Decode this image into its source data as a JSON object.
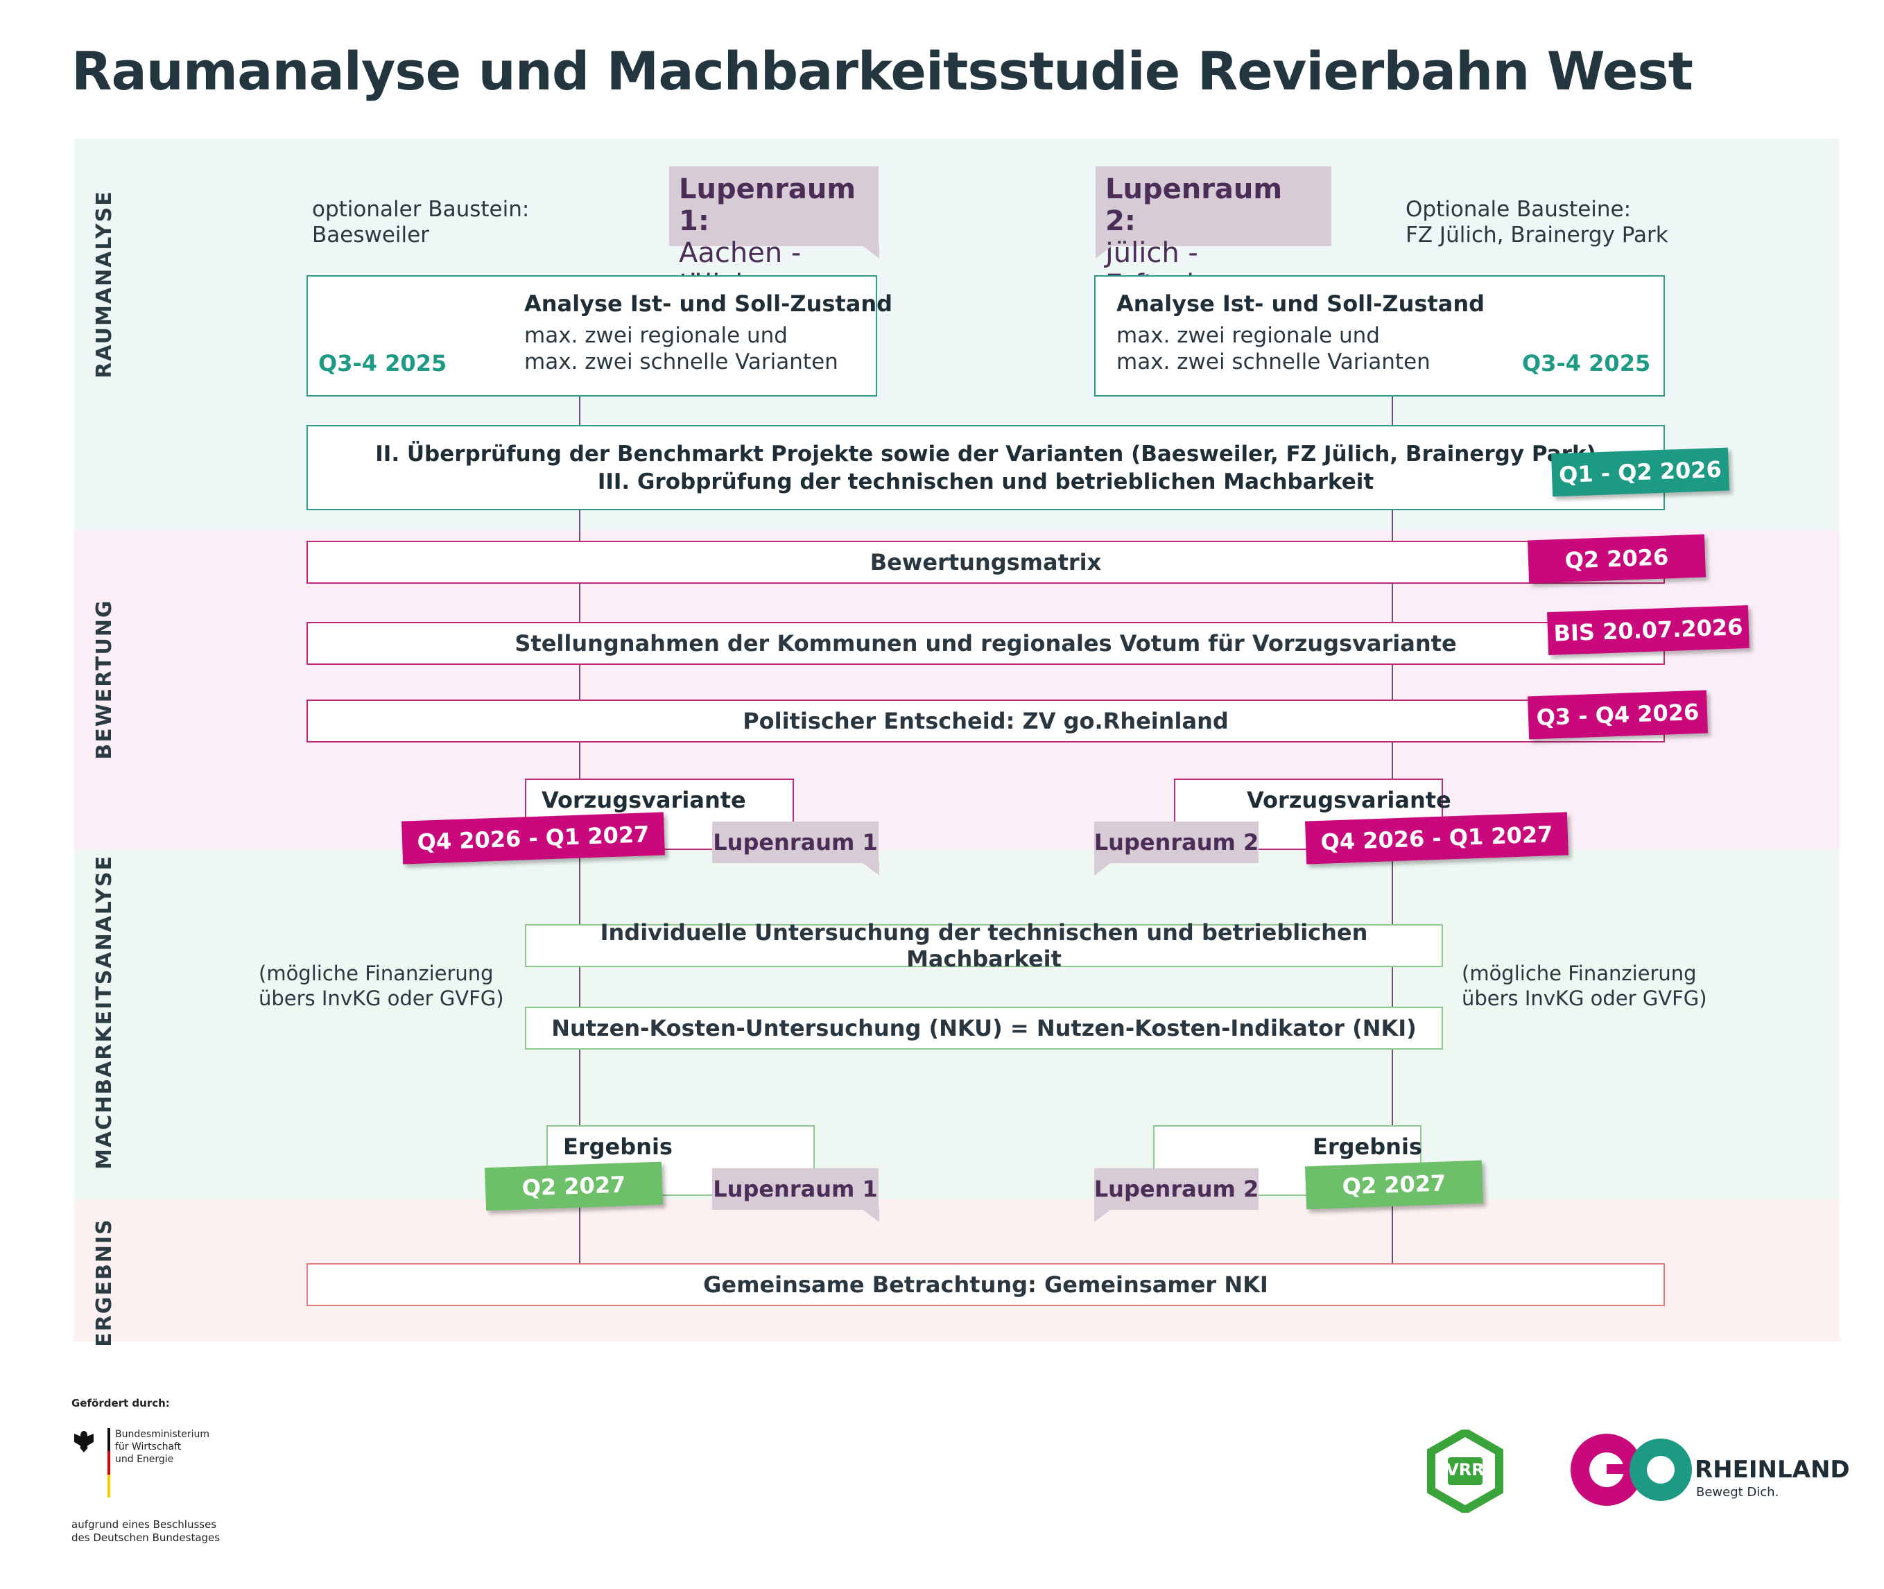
{
  "title": "Raumanalyse und Machbarkeitsstudie Revierbahn West",
  "sections": {
    "raumanalyse": "RAUMANALYSE",
    "bewertung": "BEWERTUNG",
    "machbarkeit": "MACHBARKEITSANALYSE",
    "ergebnis": "ERGEBNIS"
  },
  "raum": {
    "optional_left_1": "optionaler Baustein:",
    "optional_left_2": "Baesweiler",
    "optional_right_1": "Optionale Bausteine:",
    "optional_right_2": "FZ Jülich, Brainergy Park",
    "lupe1_title": "Lupenraum 1:",
    "lupe1_sub": "Aachen - Jülich",
    "lupe2_title": "Lupenraum 2:",
    "lupe2_sub": "Jülich - Erftachse",
    "analyse_title": "Analyse Ist- und  Soll-Zustand",
    "analyse_line1": "max. zwei regionale und",
    "analyse_line2": "max. zwei schnelle Varianten",
    "analyse_date": "Q3-4 2025",
    "check_line1": "II. Überprüfung der Benchmarkt Projekte sowie der Varianten (Baesweiler, FZ Jülich, Brainergy Park)",
    "check_line2": "III. Grobprüfung der technischen und betrieblichen Machbarkeit",
    "check_date": "Q1 - Q2 2026"
  },
  "bew": {
    "matrix": "Bewertungsmatrix",
    "matrix_date": "Q2 2026",
    "stellung": "Stellungnahmen der Kommunen und regionales Votum für Vorzugsvariante",
    "stellung_date": "BIS 20.07.2026",
    "politik": "Politischer Entscheid: ZV go.Rheinland",
    "politik_date": "Q3 - Q4 2026",
    "vorzug": "Vorzugsvariante",
    "vorzug_date": "Q4 2026 - Q1 2027",
    "lupe1": "Lupenraum 1",
    "lupe2": "Lupenraum 2"
  },
  "mach": {
    "individuell": "Individuelle Untersuchung der technischen und betrieblichen Machbarkeit",
    "nku": "Nutzen-Kosten-Untersuchung (NKU) = Nutzen-Kosten-Indikator (NKI)",
    "fin_1": "(mögliche Finanzierung",
    "fin_2": "übers InvKG oder GVFG)",
    "ergebnis": "Ergebnis",
    "ergebnis_date": "Q2 2027",
    "lupe1": "Lupenraum 1",
    "lupe2": "Lupenraum 2"
  },
  "erg": {
    "gemeinsam": "Gemeinsame Betrachtung: Gemeinsamer NKI"
  },
  "footer": {
    "gefoerdert": "Gefördert durch:",
    "bmwe_1": "Bundesministerium",
    "bmwe_2": "für Wirtschaft",
    "bmwe_3": "und Energie",
    "beschluss_1": "aufgrund eines Beschlusses",
    "beschluss_2": "des Deutschen Bundestages",
    "vrr": "VRR",
    "go": "RHEINLAND",
    "go_claim": "Bewegt Dich."
  },
  "colors": {
    "teal": "#1d9a84",
    "magenta": "#c9087b",
    "green": "#6dbf6a",
    "lupe": "#d7cbd6",
    "line": "#6a4f75"
  }
}
